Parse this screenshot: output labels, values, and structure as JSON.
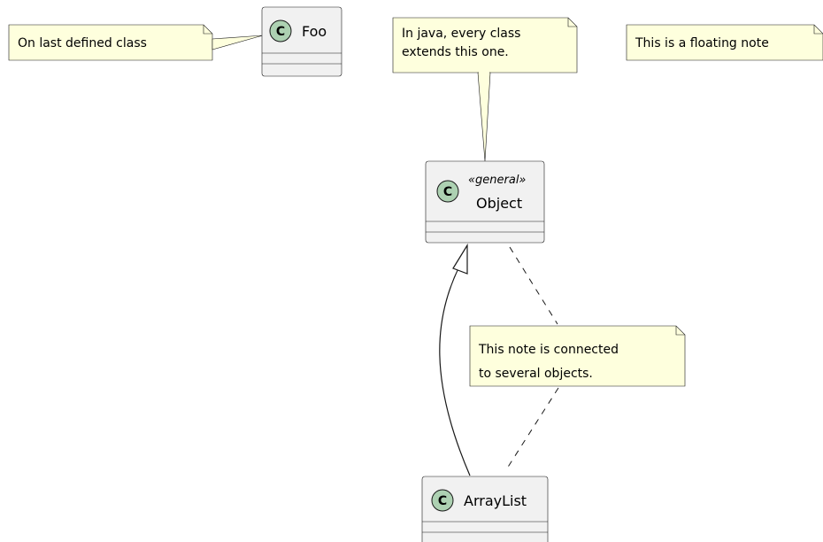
{
  "diagram": {
    "classes": {
      "foo": {
        "badge": "C",
        "name": "Foo"
      },
      "object": {
        "badge": "C",
        "stereotype": "«general»",
        "name": "Object"
      },
      "arraylist": {
        "badge": "C",
        "name": "ArrayList"
      }
    },
    "notes": {
      "last_defined": {
        "lines": [
          "On last defined class"
        ]
      },
      "java": {
        "lines": [
          "In java, every class",
          "extends this one."
        ]
      },
      "floating": {
        "lines": [
          "This is a floating note"
        ]
      },
      "connected": {
        "lines": [
          "This note is connected",
          "to several objects."
        ]
      }
    },
    "relations": {
      "inheritance": {
        "from": "ArrayList",
        "to": "Object",
        "kind": "generalization"
      }
    }
  },
  "colors": {
    "class_fill": "#F1F1F1",
    "class_border": "#181818",
    "badge_fill": "#ADD1B2",
    "note_fill": "#FEFFDD",
    "note_border": "#181818"
  }
}
